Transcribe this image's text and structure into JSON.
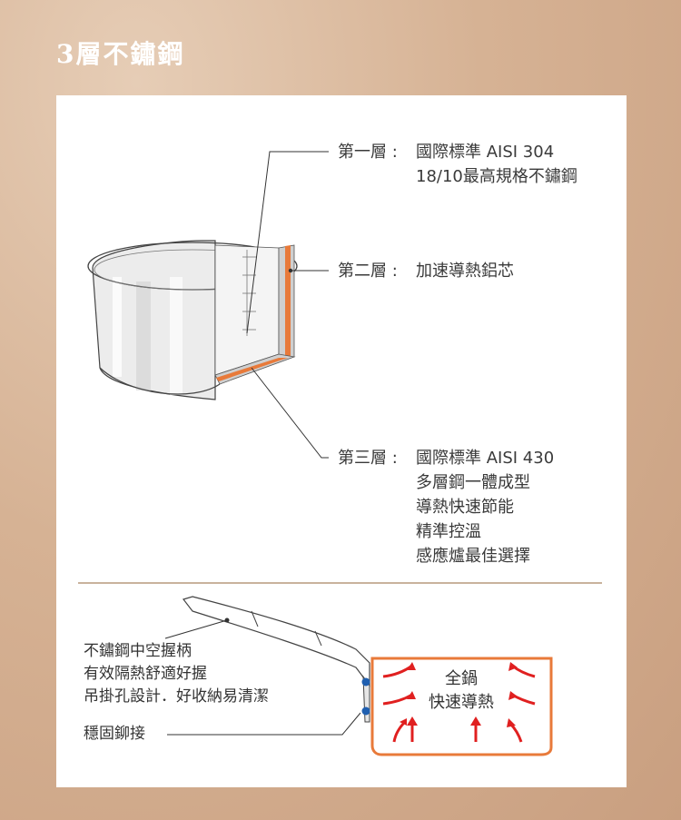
{
  "page": {
    "title": "3層不鏽鋼"
  },
  "layers": [
    {
      "label": "第一層 : ",
      "lines": [
        "國際標準 AISI 304",
        "18/10最高規格不鏽鋼"
      ]
    },
    {
      "label": "第二層 : ",
      "lines": [
        "加速導熱鋁芯"
      ]
    },
    {
      "label": "第三層 : ",
      "lines": [
        "國際標準 AISI 430",
        "多層鋼一體成型",
        "導熱快速節能",
        "精準控溫",
        "感應爐最佳選擇"
      ]
    }
  ],
  "handle_features": [
    "不鏽鋼中空握柄",
    "有效隔熱舒適好握",
    "吊掛孔設計．好收納易清潔"
  ],
  "rivet_label": "穩固鉚接",
  "pan_labels": [
    "全鍋",
    "快速導熱"
  ],
  "colors": {
    "background": "#d6b294",
    "panel": "#ffffff",
    "aluminum": "#e87a3a",
    "arrow": "#e02020",
    "rivet": "#1f5fb0"
  }
}
